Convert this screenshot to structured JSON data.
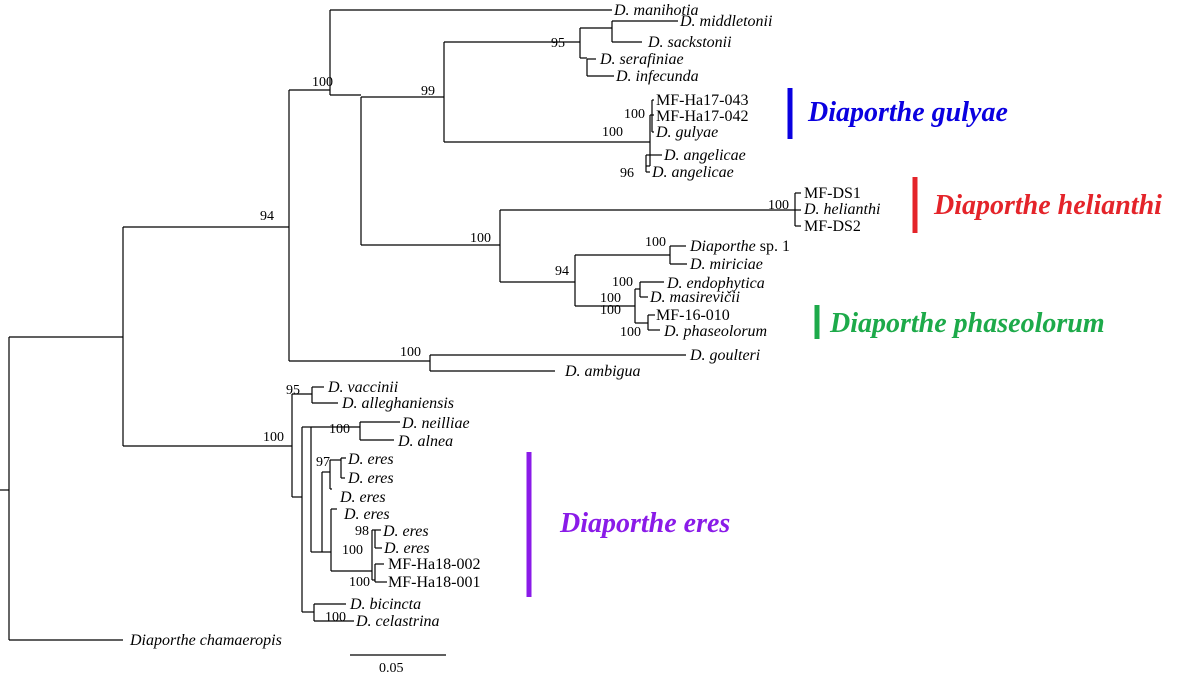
{
  "taxa": [
    {
      "id": "manihotia",
      "italic": "D. manihotia",
      "plain": ""
    },
    {
      "id": "middletonii",
      "italic": "D. middletonii",
      "plain": ""
    },
    {
      "id": "sackstonii",
      "italic": "D. sackstonii",
      "plain": ""
    },
    {
      "id": "serafiniae",
      "italic": "D. serafiniae",
      "plain": ""
    },
    {
      "id": "infecunda",
      "italic": "D. infecunda",
      "plain": ""
    },
    {
      "id": "ha17-043",
      "italic": "",
      "plain": "MF-Ha17-043"
    },
    {
      "id": "ha17-042",
      "italic": "",
      "plain": "MF-Ha17-042"
    },
    {
      "id": "gulyae",
      "italic": "D. gulyae",
      "plain": ""
    },
    {
      "id": "angelicae-1",
      "italic": "D. angelicae",
      "plain": ""
    },
    {
      "id": "angelicae-2",
      "italic": "D. angelicae",
      "plain": ""
    },
    {
      "id": "ds1",
      "italic": "",
      "plain": "MF-DS1"
    },
    {
      "id": "helianthi",
      "italic": "D. helianthi",
      "plain": ""
    },
    {
      "id": "ds2",
      "italic": "",
      "plain": "MF-DS2"
    },
    {
      "id": "diaporthe-sp1",
      "italic": "Diaporthe",
      "plain": " sp. 1"
    },
    {
      "id": "miriciae",
      "italic": "D. miriciae",
      "plain": ""
    },
    {
      "id": "endophytica",
      "italic": "D. endophytica",
      "plain": ""
    },
    {
      "id": "masirevicii",
      "italic": "D. masirevičii",
      "plain": ""
    },
    {
      "id": "mf-16-010",
      "italic": "",
      "plain": "MF-16-010"
    },
    {
      "id": "phaseolorum",
      "italic": "D. phaseolorum",
      "plain": ""
    },
    {
      "id": "goulteri",
      "italic": "D. goulteri",
      "plain": ""
    },
    {
      "id": "ambigua",
      "italic": "D. ambigua",
      "plain": ""
    },
    {
      "id": "vaccinii",
      "italic": "D. vaccinii",
      "plain": ""
    },
    {
      "id": "alleghaniensis",
      "italic": "D. alleghaniensis",
      "plain": ""
    },
    {
      "id": "neilliae",
      "italic": "D. neilliae",
      "plain": ""
    },
    {
      "id": "alnea",
      "italic": "D. alnea",
      "plain": ""
    },
    {
      "id": "eres-1",
      "italic": "D. eres",
      "plain": ""
    },
    {
      "id": "eres-2",
      "italic": "D. eres",
      "plain": ""
    },
    {
      "id": "eres-3",
      "italic": "D. eres",
      "plain": ""
    },
    {
      "id": "eres-4",
      "italic": "D. eres",
      "plain": ""
    },
    {
      "id": "eres-5",
      "italic": "D. eres",
      "plain": ""
    },
    {
      "id": "eres-6",
      "italic": "D. eres",
      "plain": ""
    },
    {
      "id": "ha18-002",
      "italic": "",
      "plain": "MF-Ha18-002"
    },
    {
      "id": "ha18-001",
      "italic": "",
      "plain": "MF-Ha18-001"
    },
    {
      "id": "bicincta",
      "italic": "D. bicincta",
      "plain": ""
    },
    {
      "id": "celastrina",
      "italic": "D. celastrina",
      "plain": ""
    },
    {
      "id": "chamaeropis",
      "italic": "Diaporthe chamaeropis",
      "plain": ""
    }
  ],
  "support_values": [
    "100",
    "95",
    "99",
    "100",
    "100",
    "96",
    "94",
    "100",
    "100",
    "100",
    "94",
    "100",
    "100",
    "100",
    "100",
    "100",
    "95",
    "100",
    "100",
    "97",
    "98",
    "100",
    "100",
    "100"
  ],
  "clades": [
    {
      "id": "gulyae",
      "label": "Diaporthe gulyae",
      "color": "#0a00e0"
    },
    {
      "id": "helianthi",
      "label": "Diaporthe helianthi",
      "color": "#e4242a"
    },
    {
      "id": "phaseolorum",
      "label": "Diaporthe phaseolorum",
      "color": "#1daa4a"
    },
    {
      "id": "eres",
      "label": "Diaporthe eres",
      "color": "#8a1be8"
    }
  ],
  "scale_bar": {
    "label": "0.05"
  }
}
